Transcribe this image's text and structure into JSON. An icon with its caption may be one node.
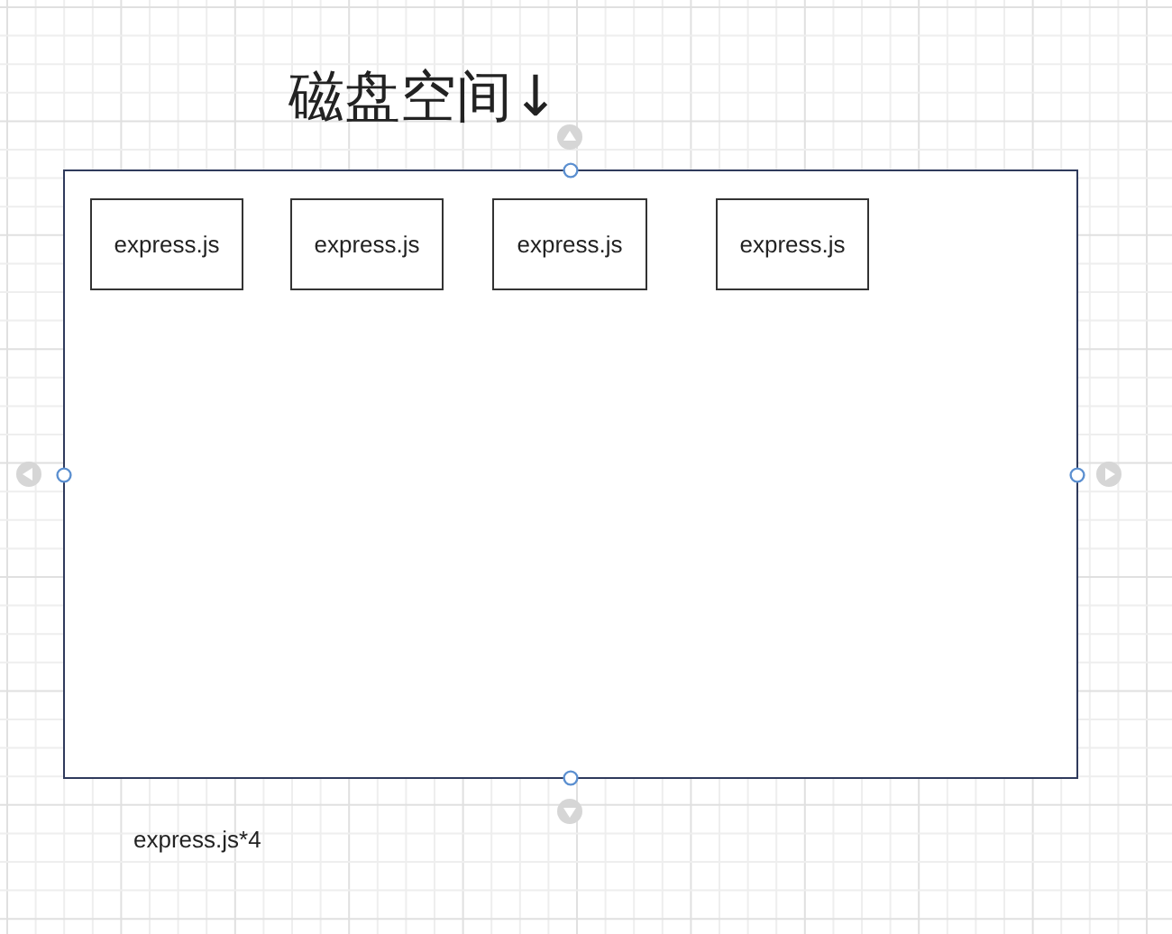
{
  "diagram": {
    "title": "磁盘空间↓",
    "nodes": [
      {
        "text": [],
        "shape": "box"
      },
      {
        "text": [
          "express.js"
        ],
        "in": 0
      },
      {
        "text": [
          "express.js"
        ],
        "in": 0
      },
      {
        "text": [
          "express.js"
        ],
        "in": 0
      },
      {
        "text": [
          "express.js"
        ],
        "in": 0
      }
    ],
    "labels": [
      "express.js*4"
    ]
  }
}
